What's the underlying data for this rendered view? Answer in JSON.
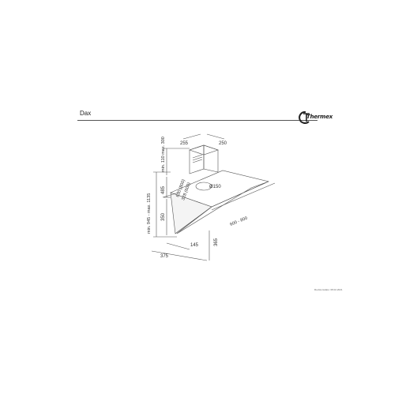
{
  "header": {
    "title": "Dax",
    "brand": "Thermex"
  },
  "dimensions": {
    "chimney_width_left": "255",
    "chimney_width_right": "250",
    "chimney_height": "min. 110 max. 300",
    "depth_large": "630 (800)",
    "depth_small": "328 (600)",
    "outlet_diameter": "Ø150",
    "total_height": "min. 945 - max. 1135",
    "upper_height": "485",
    "panel_height": "350",
    "glass_height": "365",
    "width": "600 - 800",
    "front_depth": "145",
    "base_depth": "375"
  },
  "footer": {
    "note": "Revisionsdato: 08.02.2021"
  }
}
